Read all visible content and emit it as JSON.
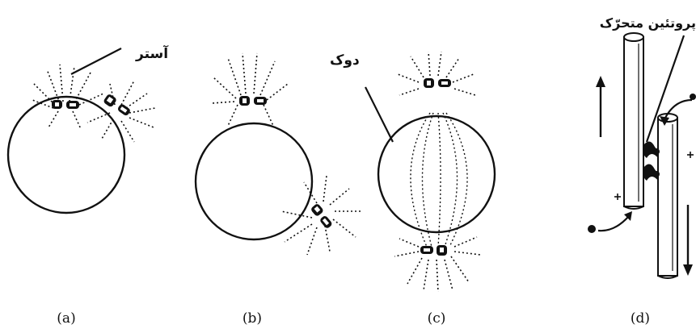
{
  "labels": {
    "aster": "آستر",
    "dook": "دوک",
    "protein": "پروتئین متحرّک"
  },
  "panels": [
    {
      "caption": "(a)"
    },
    {
      "caption": "(b)"
    },
    {
      "caption": "(c)"
    },
    {
      "caption": "(d)"
    }
  ],
  "colors": {
    "ink": "#111111",
    "background": "#ffffff"
  }
}
